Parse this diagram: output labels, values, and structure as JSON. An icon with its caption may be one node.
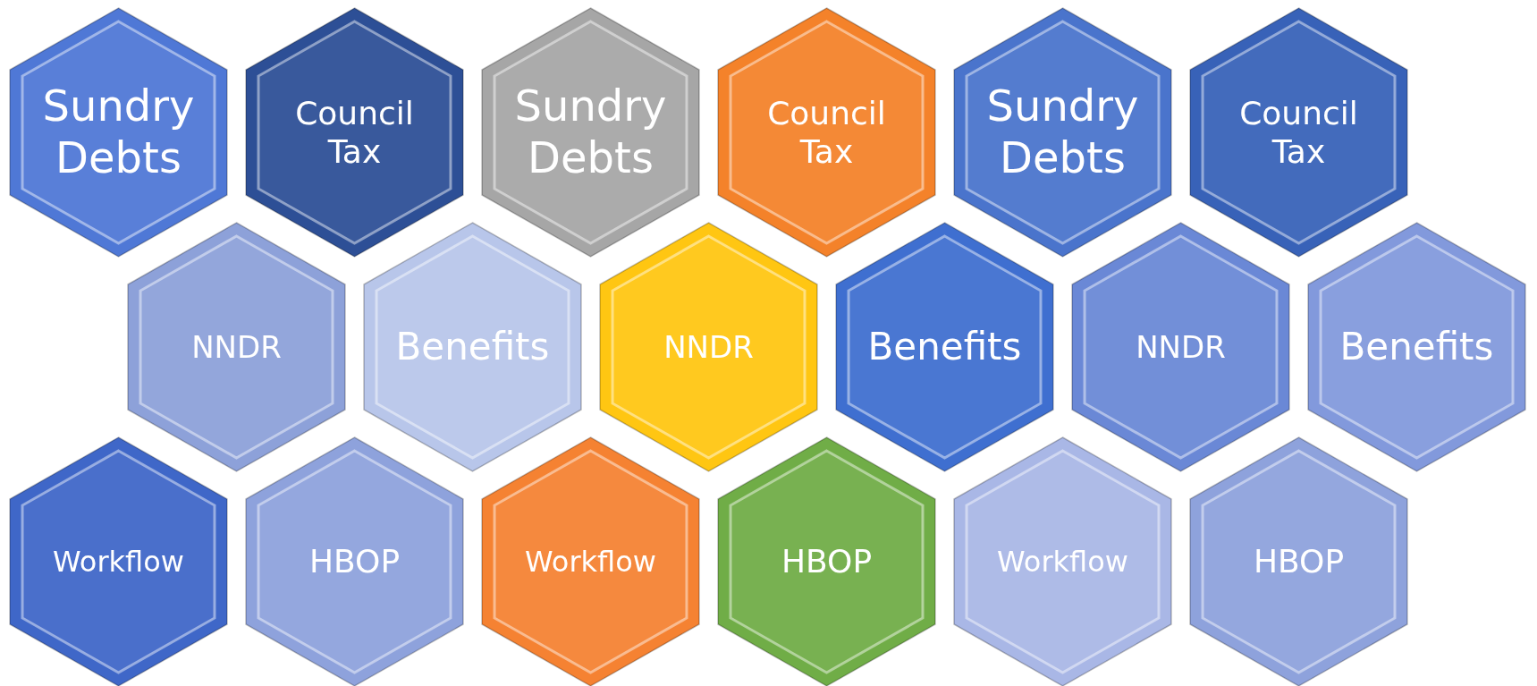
{
  "diagram": {
    "nodes": [
      {
        "text": [
          "Sundry Debts"
        ]
      },
      {
        "text": [
          "Council Tax"
        ]
      },
      {
        "text": [
          "Sundry Debts"
        ]
      },
      {
        "text": [
          "Council Tax"
        ]
      },
      {
        "text": [
          "Sundry Debts"
        ]
      },
      {
        "text": [
          "Council Tax"
        ]
      },
      {
        "text": [
          "NNDR"
        ]
      },
      {
        "text": [
          "Benefits"
        ]
      },
      {
        "text": [
          "NNDR"
        ]
      },
      {
        "text": [
          "Benefits"
        ]
      },
      {
        "text": [
          "NNDR"
        ]
      },
      {
        "text": [
          "Benefits"
        ]
      },
      {
        "text": [
          "Workflow"
        ]
      },
      {
        "text": [
          "HBOP"
        ]
      },
      {
        "text": [
          "Workflow"
        ]
      },
      {
        "text": [
          "HBOP"
        ]
      },
      {
        "text": [
          "Workflow"
        ]
      },
      {
        "text": [
          "HBOP"
        ]
      }
    ]
  }
}
